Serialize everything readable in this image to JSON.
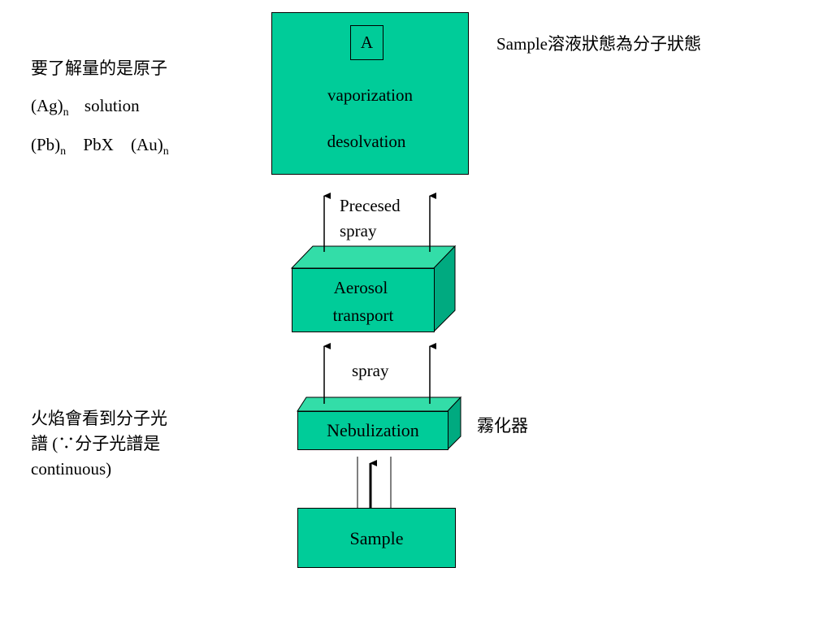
{
  "colors": {
    "box_fill": "#00cc99",
    "box_top": "#33dda8",
    "box_side": "#00aa80",
    "stroke": "#000000"
  },
  "left_notes": {
    "line1": "要了解量的是原子",
    "line2_a": "(Ag)",
    "line2_sub": "n",
    "line2_b": "solution",
    "line3_a": "(Pb)",
    "line3_sub1": "n",
    "line3_b": "PbX",
    "line3_c": "(Au)",
    "line3_sub2": "n",
    "flame_note_1": "火焰會看到分子光",
    "flame_note_2": "譜 (∵分子光譜是",
    "flame_note_3": "continuous)"
  },
  "right_notes": {
    "sample_state": "Sample溶液狀態為分子狀態",
    "nebulizer_cn": "霧化器"
  },
  "diagram": {
    "flame_box": {
      "label_a": "A",
      "vaporization": "vaporization",
      "desolvation": "desolvation"
    },
    "precesed_spray_1": "Precesed",
    "precesed_spray_2": "spray",
    "aerosol_1": "Aerosol",
    "aerosol_2": "transport",
    "spray": "spray",
    "nebulization": "Nebulization",
    "sample": "Sample"
  }
}
